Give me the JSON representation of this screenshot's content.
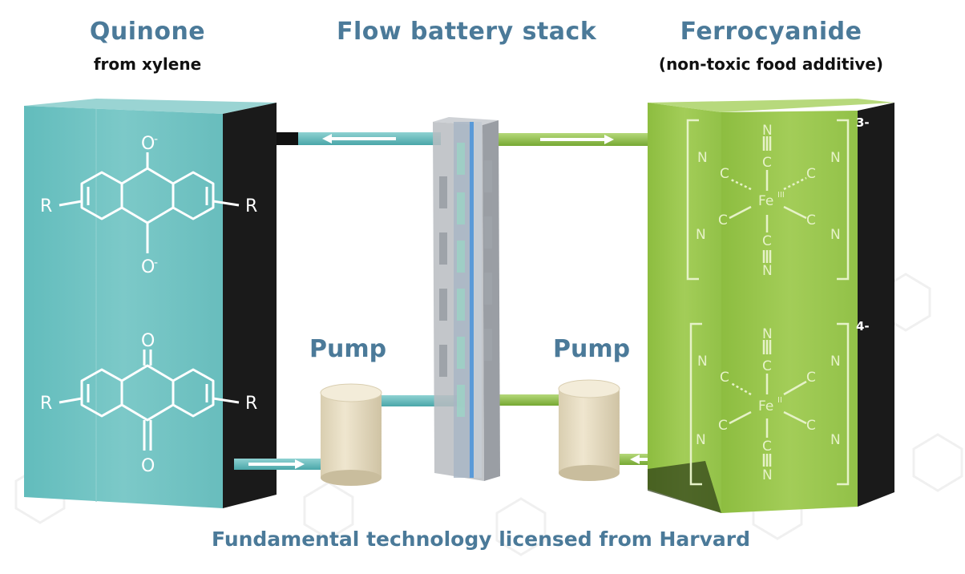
{
  "headings": {
    "quinone": "Quinone",
    "quinone_sub": "from xylene",
    "stack": "Flow battery stack",
    "ferrocyanide": "Ferrocyanide",
    "ferrocyanide_sub": "(non-toxic food additive)"
  },
  "pumps": {
    "left_label": "Pump",
    "right_label": "Pump"
  },
  "footer": "Fundamental technology licensed from Harvard",
  "molecules": {
    "quinone_oxidized_top": "O",
    "quinone_reduced_top": "O",
    "charge_minus": "-",
    "substituent": "R",
    "ferri_charge": "3-",
    "ferro_charge": "4-",
    "iron": "Fe",
    "ferri_oxidation": "III",
    "ferro_oxidation": "II",
    "ligand_n": "N",
    "ligand_c": "C"
  },
  "colors": {
    "teal": "#6cc3c3",
    "green": "#97c24a",
    "title_blue": "#4b7a99",
    "pump_beige": "#ebe0c5"
  }
}
